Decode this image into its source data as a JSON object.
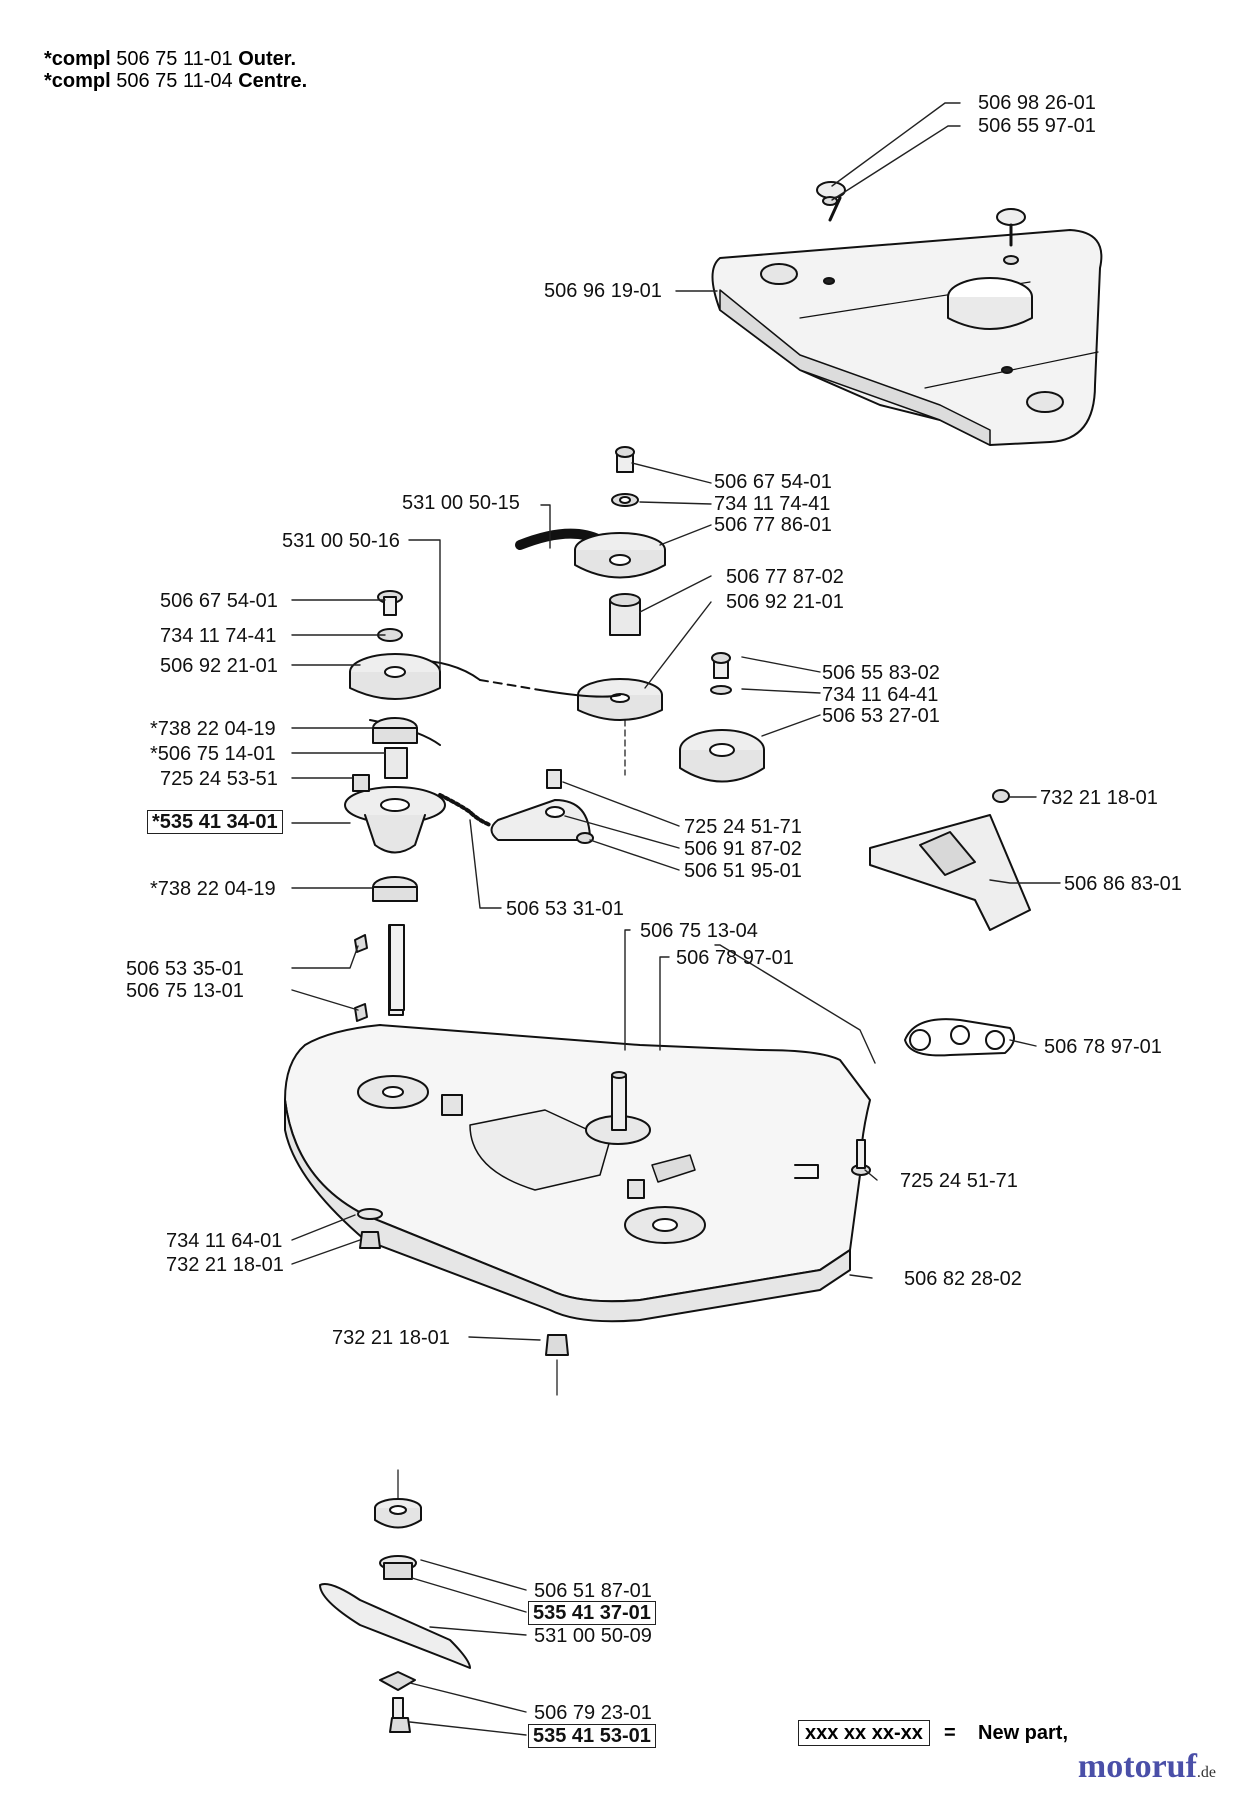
{
  "header": {
    "line1": {
      "prefix": "*compl",
      "number": "506 75 11-01",
      "suffix": "Outer."
    },
    "line2": {
      "prefix": "*compl",
      "number": "506 75 11-04",
      "suffix": "Centre."
    }
  },
  "labels": {
    "p1": "506 98 26-01",
    "p2": "506 55 97-01",
    "p3": "506 96 19-01",
    "p4": "506 67 54-01",
    "p5": "531 00 50-15",
    "p6": "734 11 74-41",
    "p7": "506 77 86-01",
    "p8": "531 00 50-16",
    "p9": "506 77 87-02",
    "p10": "506 67 54-01",
    "p11": "506 92 21-01",
    "p12": "734 11 74-41",
    "p13": "506 92 21-01",
    "p14": "506 55 83-02",
    "p15": "734 11 64-41",
    "p16": "506 53 27-01",
    "p17": "*738 22 04-19",
    "p18": "*506 75 14-01",
    "p19": "725 24 53-51",
    "p20": "732 21 18-01",
    "p21": "*535 41 34-01",
    "p22": "725 24 51-71",
    "p23": "506 91 87-02",
    "p24": "506 51 95-01",
    "p25": "506 86 83-01",
    "p26": "*738 22 04-19",
    "p27": "506 53 31-01",
    "p28": "506 75 13-04",
    "p29": "506 78 97-01",
    "p30": "506 53 35-01",
    "p31": "506 75 13-01",
    "p32": "506 78 97-01",
    "p33": "725 24 51-71",
    "p34": "734 11 64-01",
    "p35": "732 21 18-01",
    "p36": "506 82 28-02",
    "p37": "732 21 18-01",
    "p38": "506 51 87-01",
    "p39": "535 41 37-01",
    "p40": "531 00 50-09",
    "p41": "506 79 23-01",
    "p42": "535 41 53-01"
  },
  "legend": {
    "box": "xxx xx xx-xx",
    "eq": "=",
    "text": "New part,"
  },
  "logo": {
    "main": "motoruf",
    "suffix": ".de"
  }
}
